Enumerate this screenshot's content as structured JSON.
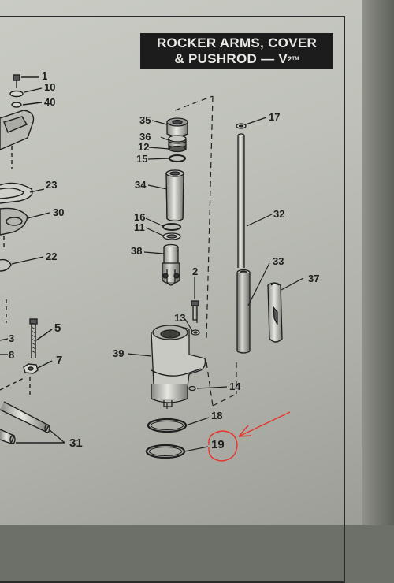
{
  "title": {
    "line1": "ROCKER ARMS, COVER",
    "line2": "& PUSHROD — V",
    "superscript": "2",
    "tm": "TM"
  },
  "callouts": {
    "c1": "1",
    "c10": "10",
    "c40": "40",
    "c23": "23",
    "c30": "30",
    "c22": "22",
    "c5": "5",
    "c3": "3",
    "c8": "8",
    "c7": "7",
    "c31": "31",
    "c35": "35",
    "c36": "36",
    "c12": "12",
    "c15": "15",
    "c34": "34",
    "c16": "16",
    "c11": "11",
    "c38": "38",
    "c2": "2",
    "c13": "13",
    "c39": "39",
    "c14": "14",
    "c18": "18",
    "c19": "19",
    "c17": "17",
    "c32": "32",
    "c33": "33",
    "c37": "37"
  },
  "annotation": {
    "highlight_color": "#e8342c",
    "highlighted_part": "19"
  }
}
